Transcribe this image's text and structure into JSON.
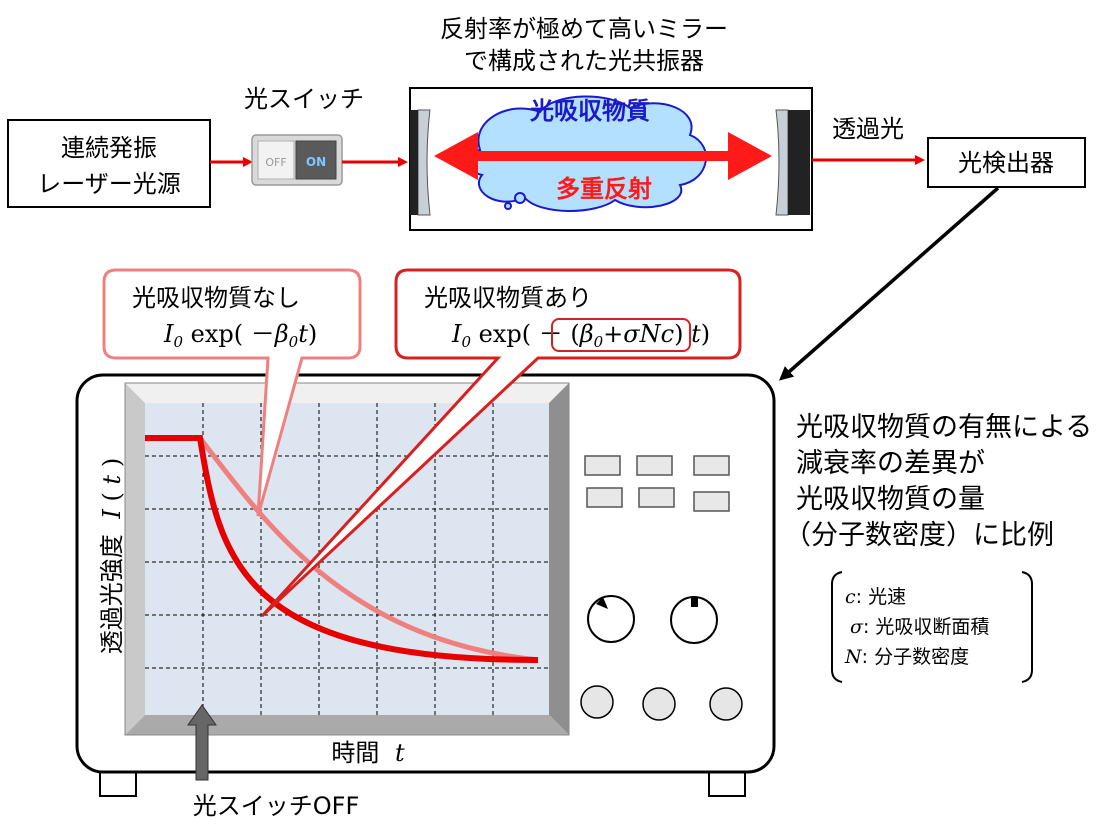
{
  "cavity": {
    "title_line1": "反射率が極めて高いミラー",
    "title_line2": "で構成された光共振器",
    "absorber_label": "光吸収物質",
    "multi_reflection_label": "多重反射"
  },
  "source": {
    "line1": "連続発振",
    "line2": "レーザー光源"
  },
  "switch": {
    "label": "光スイッチ",
    "off_text": "OFF",
    "on_text": "ON"
  },
  "transmitted_label": "透過光",
  "detector_label": "光検出器",
  "callout_without": {
    "title": "光吸収物質なし",
    "I": "I",
    "sub0": "0",
    "exp": " exp( －",
    "beta": "β",
    "sub0b": "0",
    "t": "t",
    "close": ")"
  },
  "callout_with": {
    "title": "光吸収物質あり",
    "I": "I",
    "sub0": "0",
    "exp": " exp( － (",
    "beta": "β",
    "sub0b": "0",
    "plus": "+",
    "sigma": "σ",
    "N": "N",
    "c": "c",
    "close_paren": ")",
    "t": " t",
    "close": ")"
  },
  "y_axis": {
    "label": "透過光強度",
    "I": "I",
    "paren_open": "(",
    "t": "t",
    "paren_close": ")"
  },
  "x_axis": {
    "label": "時間",
    "t": "t"
  },
  "switch_off_label": "光スイッチOFF",
  "explanation": {
    "line1": "光吸収物質の有無による",
    "line2": "減衰率の差異が",
    "line3": "光吸収物質の量",
    "line4": "（分子数密度）に比例"
  },
  "legend": {
    "c_sym": "c",
    "c_text": ": 光速",
    "sigma_sym": "σ",
    "sigma_text": ": 光吸収断面積",
    "n_sym": "N",
    "n_text": ": 分子数密度"
  },
  "colors": {
    "laser_red": "#ff1a1a",
    "without_curve": "#f08080",
    "with_curve": "#e60000",
    "screen": "#dde6f0",
    "cloud": "#b3e0ff",
    "absorber_text": "#1a1acc",
    "callout_light": "#f08080",
    "callout_dark": "#d92020"
  }
}
